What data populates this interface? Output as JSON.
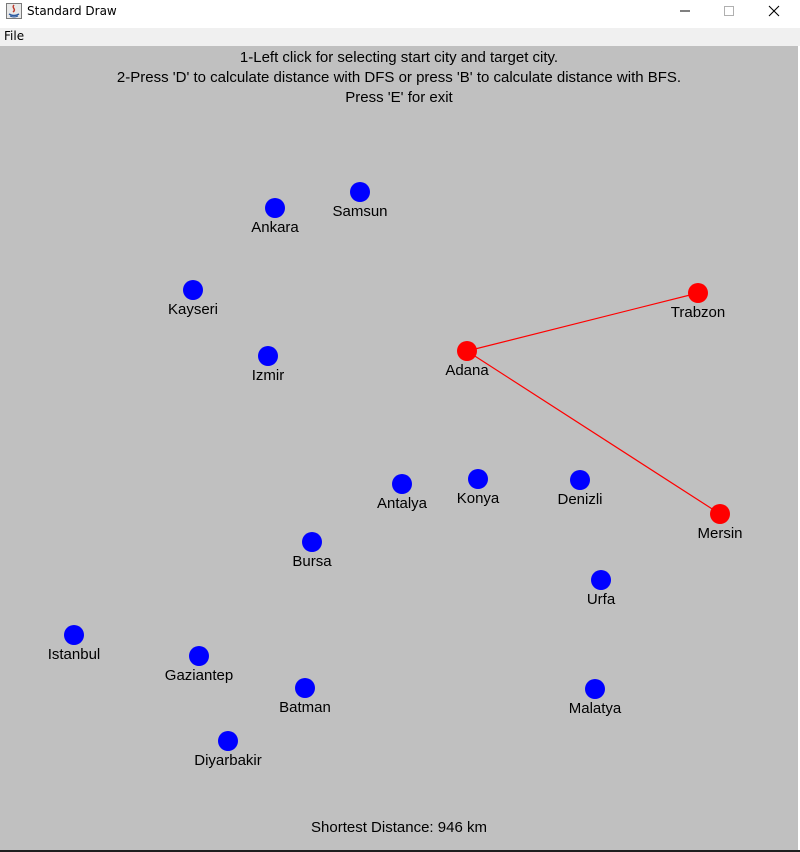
{
  "window": {
    "title": "Standard Draw",
    "controls": {
      "minimize": "—",
      "maximize": "☐",
      "close": "✕"
    }
  },
  "menu": {
    "file": "File"
  },
  "instructions": {
    "line1": "1-Left click for selecting start city and target city.",
    "line2": "2-Press 'D' to calculate distance with DFS or press 'B' to calculate distance with BFS.",
    "line3": "Press 'E' for exit"
  },
  "result": {
    "text": "Shortest Distance: 946 km"
  },
  "colors": {
    "canvas": "#c0c0c0",
    "city": "#0000ff",
    "selected_city": "#ff0000",
    "path": "#ff0000"
  },
  "cities": [
    {
      "name": "Samsun",
      "selected": false
    },
    {
      "name": "Ankara",
      "selected": false
    },
    {
      "name": "Kayseri",
      "selected": false
    },
    {
      "name": "Trabzon",
      "selected": true
    },
    {
      "name": "Adana",
      "selected": true
    },
    {
      "name": "Izmir",
      "selected": false
    },
    {
      "name": "Antalya",
      "selected": false
    },
    {
      "name": "Konya",
      "selected": false
    },
    {
      "name": "Denizli",
      "selected": false
    },
    {
      "name": "Mersin",
      "selected": true
    },
    {
      "name": "Bursa",
      "selected": false
    },
    {
      "name": "Urfa",
      "selected": false
    },
    {
      "name": "Istanbul",
      "selected": false
    },
    {
      "name": "Gaziantep",
      "selected": false
    },
    {
      "name": "Batman",
      "selected": false
    },
    {
      "name": "Malatya",
      "selected": false
    },
    {
      "name": "Diyarbakir",
      "selected": false
    }
  ],
  "path": [
    "Trabzon",
    "Adana",
    "Mersin"
  ]
}
